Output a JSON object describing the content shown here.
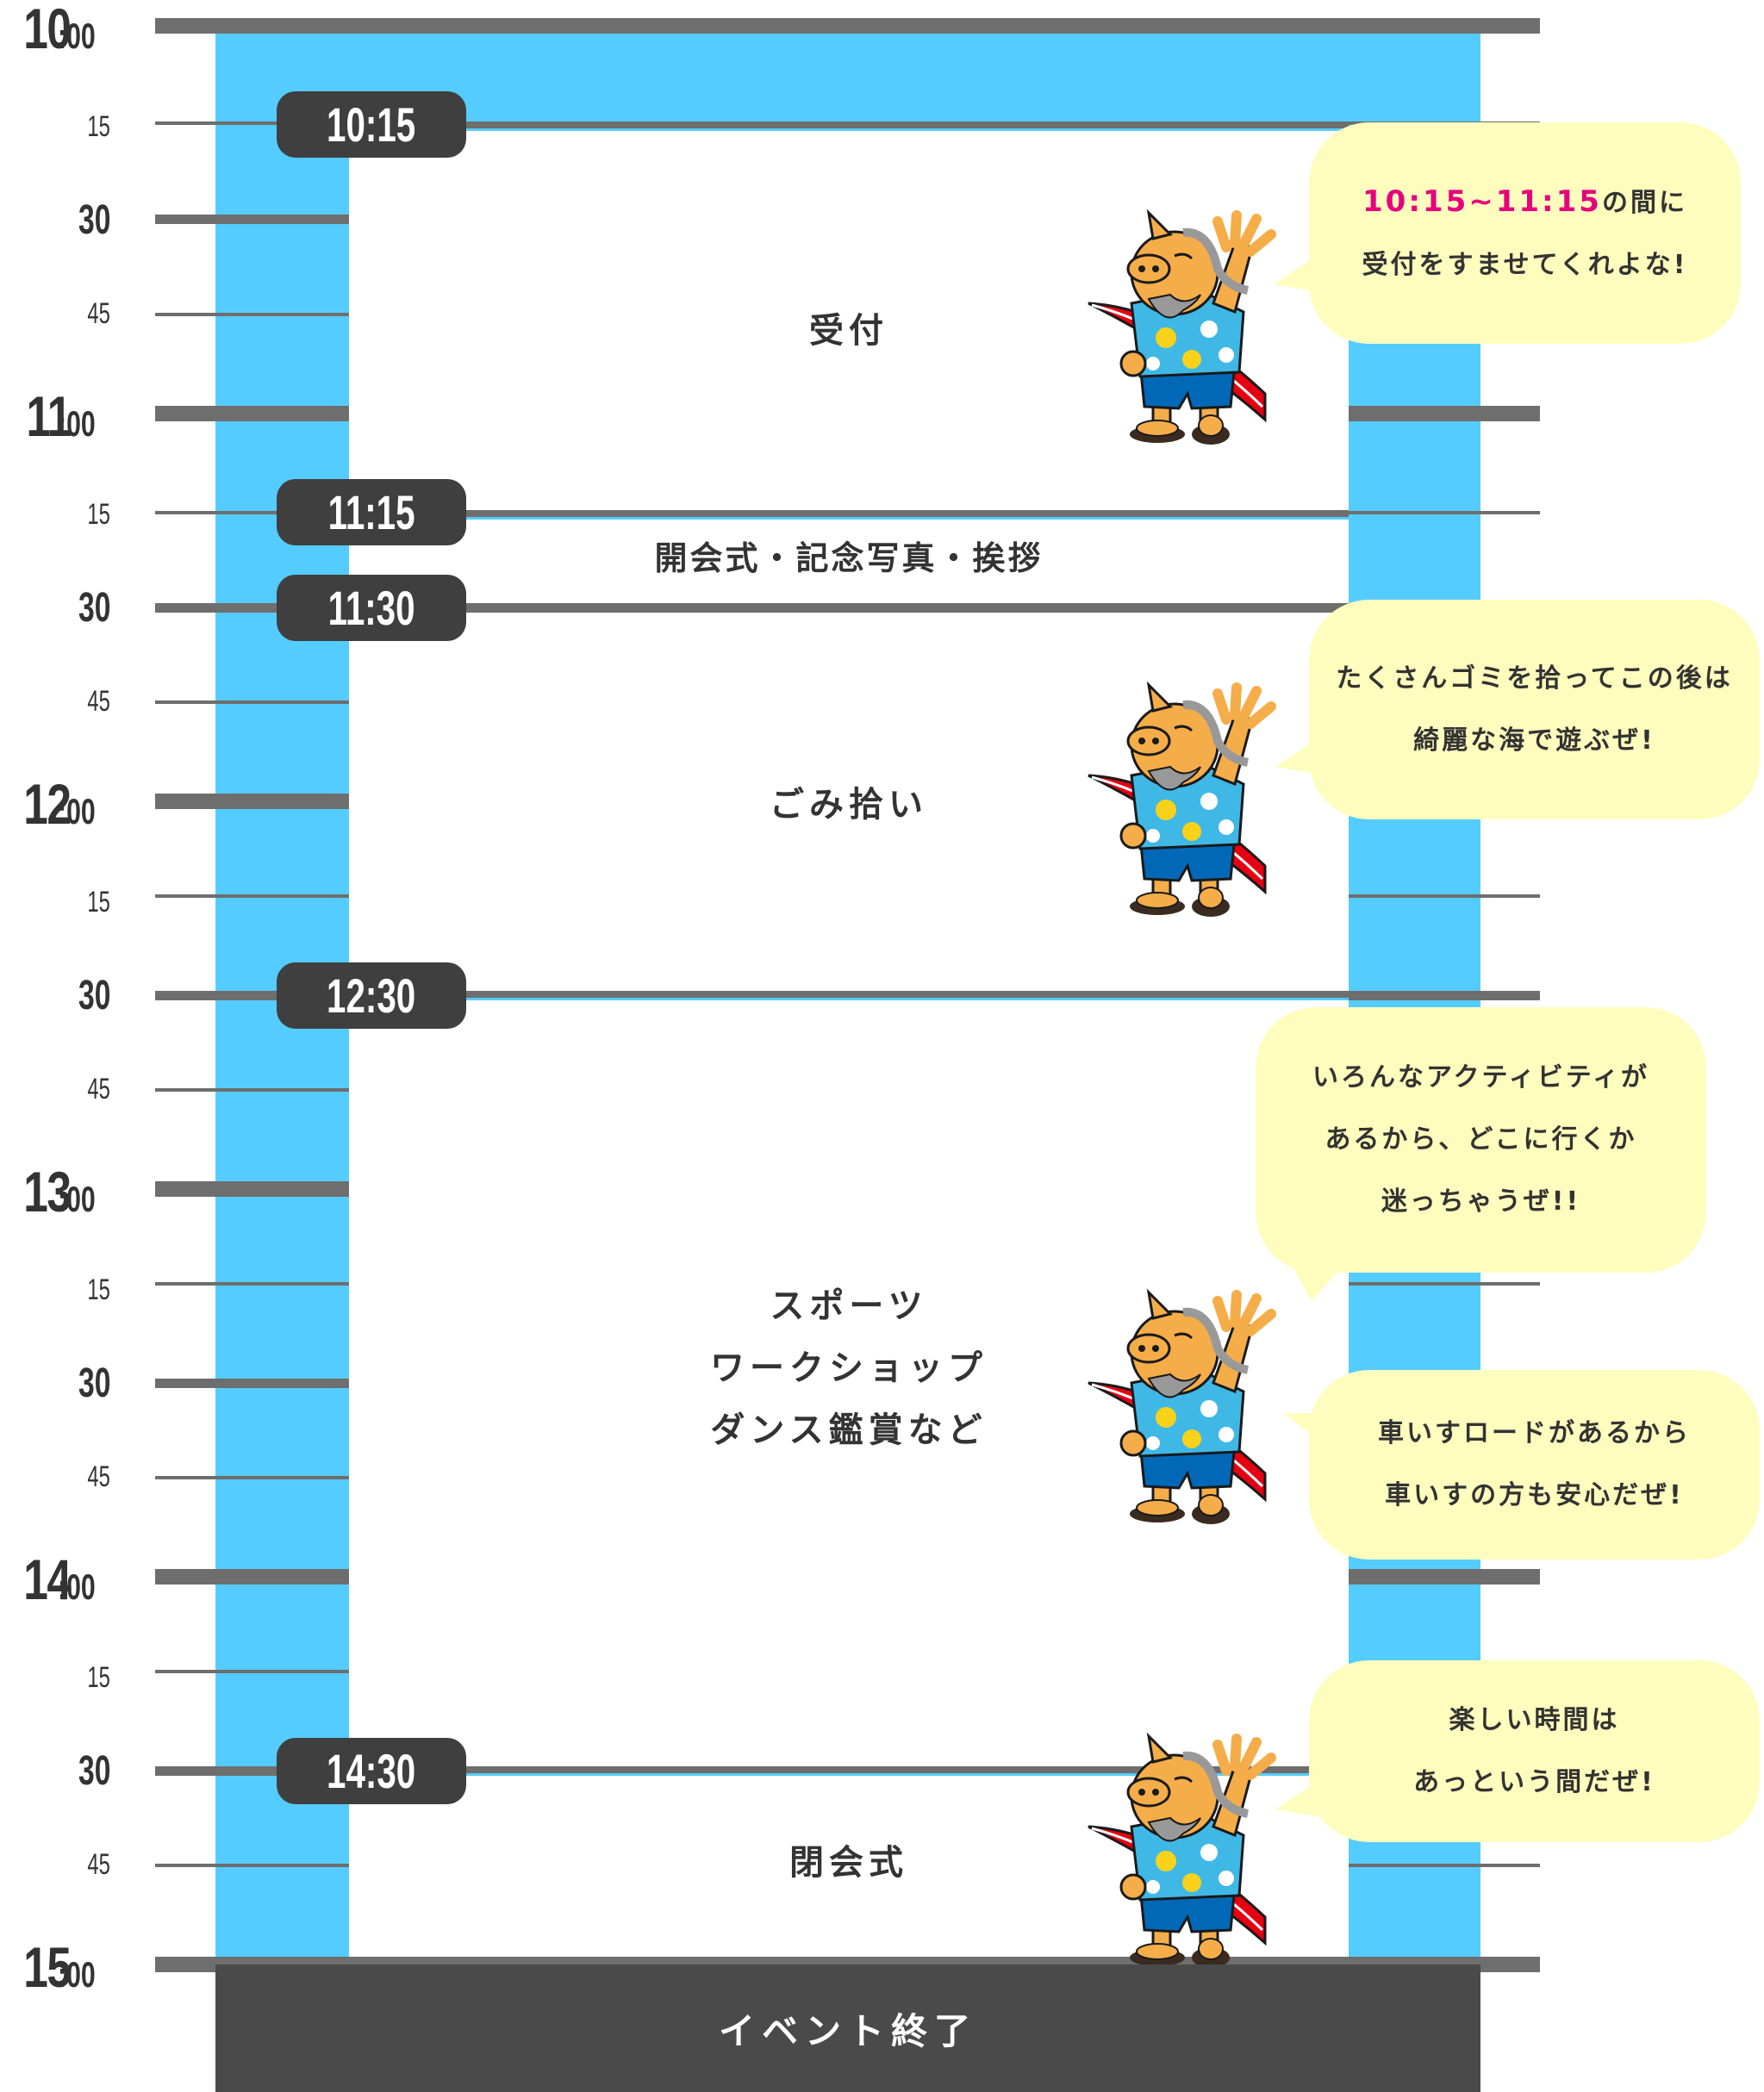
{
  "axis": {
    "hours": [
      {
        "h": "10",
        "m": ":00"
      },
      {
        "h": "11",
        "m": ":00"
      },
      {
        "h": "12",
        "m": ":00"
      },
      {
        "h": "13",
        "m": ":00"
      },
      {
        "h": "14",
        "m": ":00"
      },
      {
        "h": "15",
        "m": ":00"
      }
    ],
    "minutes": [
      "15",
      "30",
      "45"
    ]
  },
  "badges": [
    "10:15",
    "11:15",
    "11:30",
    "12:30",
    "14:30"
  ],
  "sections": {
    "reception": "受付",
    "opening": "開会式・記念写真・挨拶",
    "cleanup": "ごみ拾い",
    "activities": [
      "スポーツ",
      "ワークショップ",
      "ダンス鑑賞など"
    ],
    "closing": "閉会式"
  },
  "bubbles": {
    "b1": {
      "highlight": "10:15~11:15",
      "line1_rest": "の間に",
      "line2": "受付をすませてくれよな!"
    },
    "b2": {
      "line1": "たくさんゴミを拾ってこの後は",
      "line2": "綺麗な海で遊ぶぜ!"
    },
    "b3": {
      "line1": "いろんなアクティビティが",
      "line2": "あるから、どこに行くか",
      "line3": "迷っちゃうぜ!!"
    },
    "b4": {
      "line1": "車いすロードがあるから",
      "line2": "車いすの方も安心だぜ!"
    },
    "b5": {
      "line1": "楽しい時間は",
      "line2": "あっという間だぜ!"
    }
  },
  "footer": {
    "label": "イベント終了"
  },
  "colors": {
    "blue": "#55ccff",
    "line": "#6e6e6e",
    "badge": "#3f3f3f",
    "bubble": "#fffdbd",
    "highlight": "#e6007e",
    "footer": "#4a4a4a"
  }
}
